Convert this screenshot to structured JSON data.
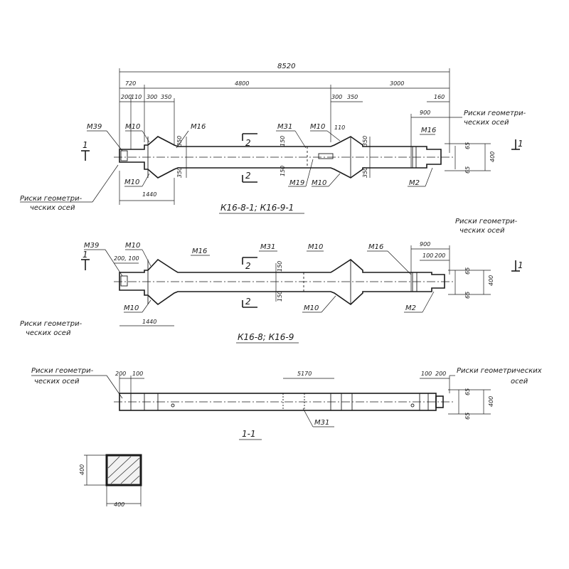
{
  "top_view": {
    "dim_total": "8520",
    "dim_720": "720",
    "dim_4800": "4800",
    "dim_3000": "3000",
    "dim_200": "200",
    "dim_110": "110",
    "dim_300_l": "300",
    "dim_350_l": "350",
    "dim_300_r": "300",
    "dim_350_r": "350",
    "dim_160": "160",
    "dim_900": "900",
    "dim_1440": "1440",
    "dim_350_a": "350",
    "dim_350_b": "350",
    "dim_150_a": "150",
    "dim_150_b": "150",
    "dim_110_r": "110",
    "dim_350_c": "350",
    "dim_350_d": "350",
    "dim_65_a": "65",
    "dim_65_b": "65",
    "dim_400": "400",
    "m39": "М39",
    "m10_tl": "М10",
    "m16_t": "М16",
    "m31": "М31",
    "m10_tr": "М10",
    "m16_r": "М16",
    "m10_bl": "М10",
    "m19": "М19",
    "m10_br": "М10",
    "m2": "М2",
    "sec2": "2",
    "sec2b": "2",
    "sec1l": "1",
    "sec1r": "1",
    "axes_left_1": "Риски геометри-",
    "axes_left_2": "ческих осей",
    "axes_right_1": "Риски геометри-",
    "axes_right_2": "ческих осей",
    "caption": "К16-8-1; К16-9-1"
  },
  "mid_view": {
    "dim_200_100": "200, 100",
    "dim_900": "900",
    "dim_100": "100",
    "dim_200": "200",
    "dim_1440": "1440",
    "dim_150_a": "150",
    "dim_150_b": "150",
    "dim_65_a": "65",
    "dim_65_b": "65",
    "dim_400": "400",
    "m39": "М39",
    "m10_tl": "М10",
    "m16_a": "М16",
    "m31": "М31",
    "m10_t": "М10",
    "m16_b": "М16",
    "m10_bl": "М10",
    "m10_b": "М10",
    "m2": "М2",
    "sec2": "2",
    "sec2b": "2",
    "sec1l": "1",
    "sec1r": "1",
    "axes_right_1": "Риски геометри-",
    "axes_right_2": "ческих осей",
    "axes_left_1": "Риски геометри-",
    "axes_left_2": "ческих осей",
    "caption": "К16-8; К16-9"
  },
  "section_view": {
    "axes_left_1": "Риски геометри-",
    "axes_left_2": "ческих осей",
    "axes_right_1": "Риски геометрических",
    "axes_right_2": "осей",
    "dim_200": "200",
    "dim_100": "100",
    "dim_5170": "5170",
    "dim_100_r": "100",
    "dim_200_r": "200",
    "dim_65_a": "65",
    "dim_65_b": "65",
    "dim_400": "400",
    "m31": "М31",
    "caption": "1-1"
  },
  "cross_section": {
    "dim_h": "400",
    "dim_w": "400"
  }
}
